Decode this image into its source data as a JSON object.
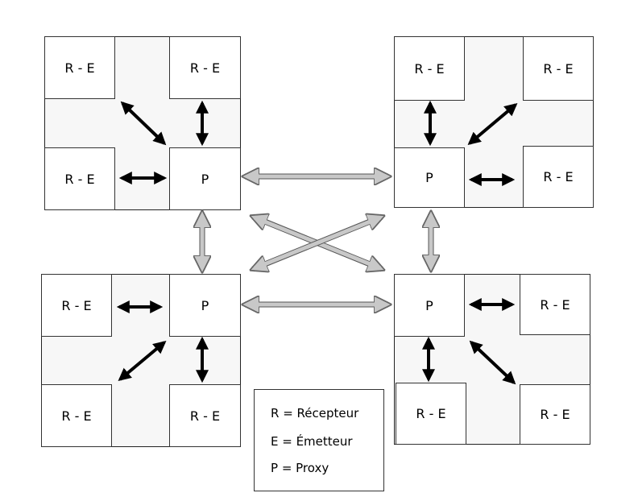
{
  "groups": [
    {
      "nodes": [
        "R - E",
        "R - E",
        "R - E",
        "P"
      ]
    },
    {
      "nodes": [
        "R - E",
        "R - E",
        "P",
        "R - E"
      ]
    },
    {
      "nodes": [
        "R - E",
        "P",
        "R - E",
        "R - E"
      ]
    },
    {
      "nodes": [
        "P",
        "R - E",
        "R - E",
        "R - E"
      ]
    }
  ],
  "legend": {
    "r": "R = Récepteur",
    "e": "E = Émetteur",
    "p": "P = Proxy"
  }
}
